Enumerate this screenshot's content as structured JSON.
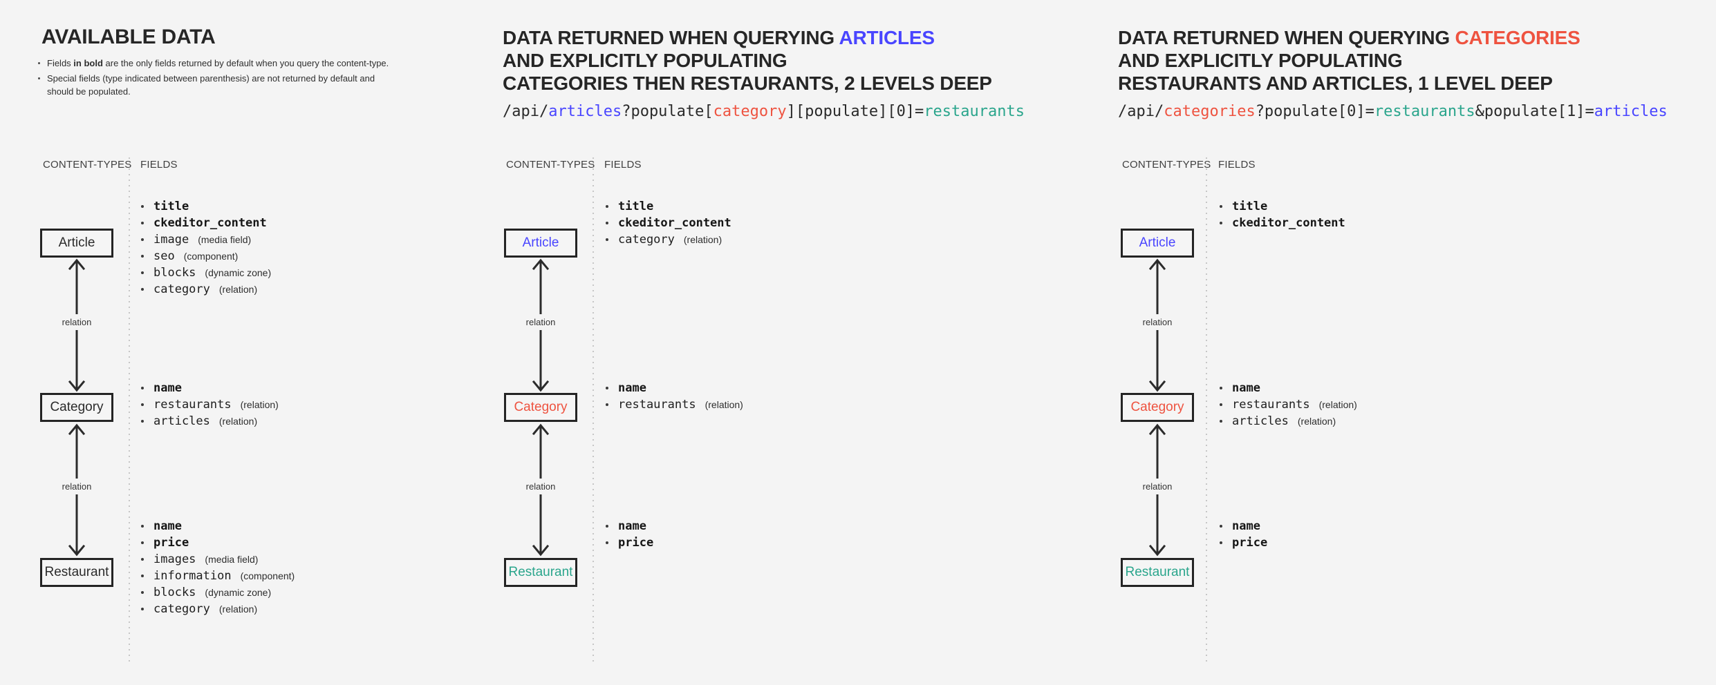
{
  "colors": {
    "blue": "#4945ff",
    "red": "#ee5340",
    "teal": "#2aa58c",
    "background": "#f4f4f4",
    "dark": "#232323"
  },
  "labels": {
    "content_types": "CONTENT-TYPES",
    "fields": "FIELDS",
    "relation": "relation"
  },
  "left": {
    "title": "AVAILABLE DATA",
    "note1": {
      "pre": "Fields ",
      "bold": "in bold",
      "post": " are the only fields returned by default when you query the content-type."
    },
    "note2": "Special fields (type indicated between parenthesis) are not returned by default and should be populated.",
    "boxes": {
      "article": "Article",
      "category": "Category",
      "restaurant": "Restaurant"
    },
    "fields": {
      "article": [
        {
          "name": "title",
          "bold": true
        },
        {
          "name": "ckeditor_content",
          "bold": true
        },
        {
          "name": "image",
          "type": "(media field)"
        },
        {
          "name": "seo",
          "type": "(component)"
        },
        {
          "name": "blocks",
          "type": "(dynamic zone)"
        },
        {
          "name": "category",
          "type": "(relation)"
        }
      ],
      "category": [
        {
          "name": "name",
          "bold": true
        },
        {
          "name": "restaurants",
          "type": "(relation)"
        },
        {
          "name": "articles",
          "type": "(relation)"
        }
      ],
      "restaurant": [
        {
          "name": "name",
          "bold": true
        },
        {
          "name": "price",
          "bold": true
        },
        {
          "name": "images",
          "type": "(media field)"
        },
        {
          "name": "information",
          "type": "(component)"
        },
        {
          "name": "blocks",
          "type": "(dynamic zone)"
        },
        {
          "name": "category",
          "type": "(relation)"
        }
      ]
    }
  },
  "middle": {
    "title_pre": "DATA RETURNED WHEN QUERYING ",
    "title_highlight": "ARTICLES",
    "title_line2": "AND EXPLICITLY POPULATING",
    "title_line3": "CATEGORIES THEN RESTAURANTS, 2 LEVELS DEEP",
    "code": [
      {
        "t": "/api/"
      },
      {
        "t": "articles",
        "c": "blue"
      },
      {
        "t": "?populate["
      },
      {
        "t": "category",
        "c": "red"
      },
      {
        "t": "][populate][0]="
      },
      {
        "t": "restaurants",
        "c": "teal"
      }
    ],
    "boxes": {
      "article": "Article",
      "category": "Category",
      "restaurant": "Restaurant"
    },
    "fields": {
      "article": [
        {
          "name": "title",
          "bold": true
        },
        {
          "name": "ckeditor_content",
          "bold": true
        },
        {
          "name": "category",
          "type": "(relation)",
          "color": "red"
        }
      ],
      "category": [
        {
          "name": "name",
          "bold": true
        },
        {
          "name": "restaurants",
          "type": "(relation)",
          "color": "teal"
        }
      ],
      "restaurant": [
        {
          "name": "name",
          "bold": true
        },
        {
          "name": "price",
          "bold": true
        }
      ]
    }
  },
  "right": {
    "title_pre": "DATA RETURNED WHEN QUERYING ",
    "title_highlight": "CATEGORIES",
    "title_line2": "AND EXPLICITLY POPULATING",
    "title_line3": "RESTAURANTS AND ARTICLES, 1 LEVEL DEEP",
    "code": [
      {
        "t": "/api/"
      },
      {
        "t": "categories",
        "c": "red"
      },
      {
        "t": "?populate[0]="
      },
      {
        "t": "restaurants",
        "c": "teal"
      },
      {
        "t": "&populate[1]="
      },
      {
        "t": "articles",
        "c": "blue"
      }
    ],
    "boxes": {
      "article": "Article",
      "category": "Category",
      "restaurant": "Restaurant"
    },
    "fields": {
      "article": [
        {
          "name": "title",
          "bold": true
        },
        {
          "name": "ckeditor_content",
          "bold": true
        }
      ],
      "category": [
        {
          "name": "name",
          "bold": true
        },
        {
          "name": "restaurants",
          "type": "(relation)",
          "color": "teal"
        },
        {
          "name": "articles",
          "type": "(relation)",
          "color": "blue"
        }
      ],
      "restaurant": [
        {
          "name": "name",
          "bold": true
        },
        {
          "name": "price",
          "bold": true
        }
      ]
    }
  }
}
